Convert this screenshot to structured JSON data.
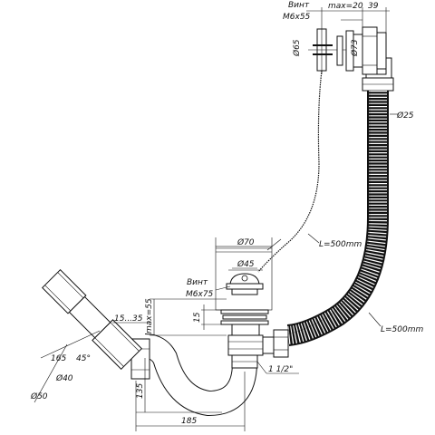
{
  "labels": {
    "screw_top": "Винт",
    "screw_top_size": "M6x55",
    "max20": "max=20",
    "d39": "39",
    "d65": "Ø65",
    "d73": "Ø73",
    "d25": "Ø25",
    "cable_len": "L=500mm",
    "hose_len": "L=500mm",
    "d70": "Ø70",
    "d45": "Ø45",
    "screw_bottom": "Винт",
    "screw_bottom_size": "M6x75",
    "max55": "max=55",
    "r15_35": "15...35",
    "d15": "15",
    "d165": "165",
    "angle45": "45°",
    "d40": "Ø40",
    "d50": "Ø50",
    "d135": "135",
    "thread": "1 1/2\"",
    "d185": "185"
  }
}
